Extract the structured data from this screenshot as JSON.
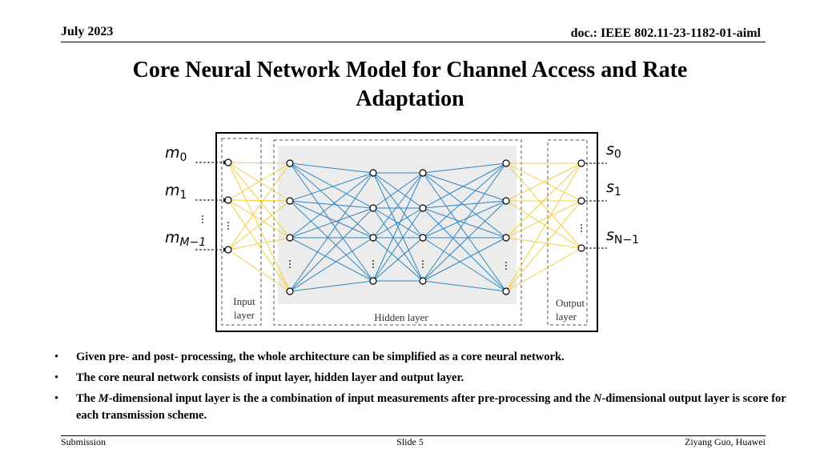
{
  "header": {
    "date": "July 2023",
    "doc_id": "doc.: IEEE 802.11-23-1182-01-aiml"
  },
  "title": "Core Neural Network Model for Channel Access and Rate Adaptation",
  "diagram": {
    "inputs": [
      {
        "base": "m",
        "sub": "0"
      },
      {
        "base": "m",
        "sub": "1"
      },
      {
        "base": "m",
        "sub": "M−1"
      }
    ],
    "outputs": [
      {
        "base": "s",
        "sub": "0"
      },
      {
        "base": "s",
        "sub": "1"
      },
      {
        "base": "s",
        "sub": "N−1"
      }
    ],
    "input_layer_label_1": "Input",
    "input_layer_label_2": "layer",
    "hidden_layer_label": "Hidden layer",
    "output_layer_label_1": "Output",
    "output_layer_label_2": "layer",
    "colors": {
      "input_edges": "#f2cf3a",
      "hidden_edges": "#2e86c1",
      "hidden_bg": "#ececec"
    }
  },
  "bullets": [
    {
      "parts": [
        {
          "t": "Given pre- and post- processing, the whole architecture can be simplified as a core neural network.",
          "i": false
        }
      ]
    },
    {
      "parts": [
        {
          "t": "The core neural network consists of input layer, hidden layer and output layer.",
          "i": false
        }
      ]
    },
    {
      "parts": [
        {
          "t": "The ",
          "i": false
        },
        {
          "t": "M",
          "i": true
        },
        {
          "t": "-dimensional input layer is the a combination of input measurements after pre-processing and the ",
          "i": false
        },
        {
          "t": "N",
          "i": true
        },
        {
          "t": "-dimensional output layer is score for each transmission scheme.",
          "i": false
        }
      ]
    }
  ],
  "footer": {
    "left": "Submission",
    "center": "Slide 5",
    "right": "Ziyang Guo, Huawei"
  }
}
